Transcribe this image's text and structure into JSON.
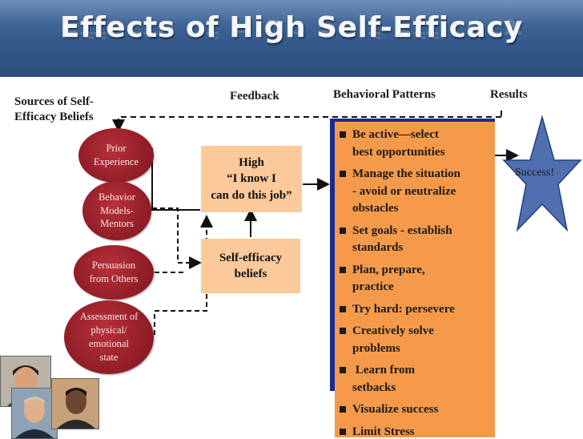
{
  "title": "Effects of High Self-Efficacy",
  "headers": {
    "sources": "Sources of Self-Efficacy Beliefs",
    "sources_line1": "Sources of Self-",
    "sources_line2": "Efficacy Beliefs",
    "feedback": "Feedback",
    "behavioral": "Behavioral Patterns",
    "results": "Results"
  },
  "sources": [
    {
      "line1": "Prior",
      "line2": "Experience"
    },
    {
      "line1": "Behavior",
      "line2": "Models-",
      "line3": "Mentors"
    },
    {
      "line1": "Persuasion",
      "line2": "from Others"
    },
    {
      "line1": "Assessment of",
      "line2": "physical/",
      "line3": "emotional",
      "line4": "state"
    }
  ],
  "boxes": {
    "high": {
      "line1": "High",
      "line2": "“I know I",
      "line3": "can do this job”"
    },
    "beliefs": {
      "line1": "Self-efficacy",
      "line2": "beliefs"
    }
  },
  "behaviors": [
    {
      "line1": "Be active—select",
      "line2": "best opportunities"
    },
    {
      "line1": "Manage the situation",
      "line2": "- avoid or neutralize",
      "line3": "obstacles"
    },
    {
      "line1": "Set goals - establish",
      "line2": "standards"
    },
    {
      "line1": "Plan, prepare,",
      "line2": "practice"
    },
    {
      "line1": "Try hard: persevere"
    },
    {
      "line1": "Creatively solve",
      "line2": "problems"
    },
    {
      "line1": " Learn from",
      "line2": "setbacks"
    },
    {
      "line1": "Visualize success"
    },
    {
      "line1": "Limit Stress"
    }
  ],
  "result": "Success!",
  "colors": {
    "banner": "#34598c",
    "oval": "#8e1c26",
    "box": "#fbc99a",
    "panel": "#f59a4a",
    "panel_border": "#1b2a8f",
    "star": "#4f6fae"
  }
}
